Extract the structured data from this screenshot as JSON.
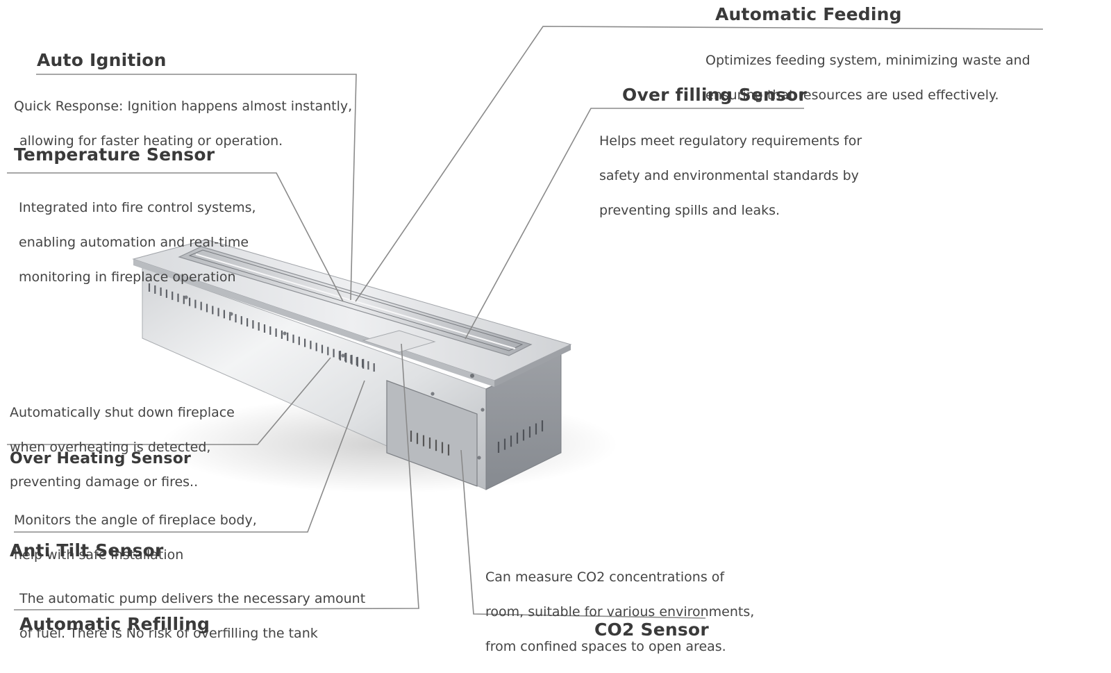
{
  "features": {
    "auto_ignition": {
      "title": "Auto Ignition",
      "lines": [
        "Quick Response: Ignition happens almost instantly,",
        "allowing for faster heating or operation."
      ]
    },
    "temperature_sensor": {
      "title": "Temperature Sensor",
      "lines": [
        "Integrated into fire control systems,",
        "enabling automation and real-time",
        "monitoring in fireplace operation"
      ]
    },
    "over_heating_sensor": {
      "title": "Over Heating Sensor",
      "lines": [
        "Automatically shut down fireplace",
        "when overheating is detected,",
        "preventing damage or fires.."
      ]
    },
    "anti_tilt_sensor": {
      "title": "Anti Tilt Sensor",
      "lines": [
        "Monitors the angle of fireplace body,",
        "help with safe installation"
      ]
    },
    "automatic_refilling": {
      "title": "Automatic Refilling",
      "lines": [
        "The automatic pump delivers the necessary amount",
        "of fuel. There is No risk of overfilling the tank"
      ]
    },
    "automatic_feeding": {
      "title": "Automatic Feeding",
      "lines": [
        "Optimizes feeding system, minimizing waste and",
        "ensuring that resources are used effectively."
      ]
    },
    "over_filling_sensor": {
      "title": "Over filling Sensor",
      "lines": [
        "Helps meet regulatory requirements for",
        "safety and environmental standards by",
        "preventing spills and leaks."
      ]
    },
    "co2_sensor": {
      "title": "CO2 Sensor",
      "lines": [
        "Can measure CO2 concentrations of",
        "room, suitable for various environments,",
        "from confined spaces to open areas."
      ]
    }
  },
  "colors": {
    "text": "#3a3a3a",
    "leader": "#8a8a8a",
    "steel_light": "#e6e7e9",
    "steel_mid": "#c4c6c9",
    "steel_dark": "#8f9297"
  }
}
